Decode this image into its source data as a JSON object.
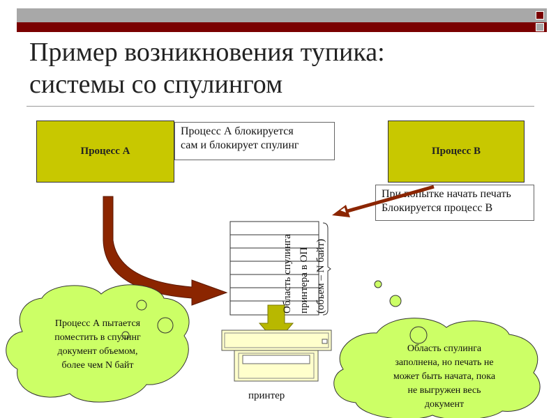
{
  "title": {
    "line1": "Пример возникновения тупика:",
    "line2": "системы со спулингом"
  },
  "process_a": {
    "label": "Процесс А"
  },
  "process_b": {
    "label": "Процесс В"
  },
  "note_a": {
    "line1": "Процесс А блокируется",
    "line2": "сам и блокирует спулинг"
  },
  "note_b": {
    "line1": "При попытке начать печать",
    "line2": "Блокируется процесс В"
  },
  "spool_label": {
    "line1": "Область спулинга",
    "line2": "принтера в ОП",
    "line3": "(объем – N байт)"
  },
  "cloud_left": {
    "line1": "Процесс А пытается",
    "line2": "поместить в спулинг",
    "line3": "документ объемом,",
    "line4": "более чем N байт"
  },
  "cloud_right": {
    "line1": "Область спулинга",
    "line2": "заполнена, но печать не",
    "line3": "может быть начата, пока",
    "line4": "не выгружен весь",
    "line5": "документ"
  },
  "printer_label": "принтер",
  "colors": {
    "process_fill": "#c8c800",
    "cloud_fill": "#ccff66",
    "arrow_brown": "#8b2500",
    "down_arrow": "#b8b800",
    "header_gray": "#a8a8a8",
    "header_red": "#7a0000",
    "printer_fill": "#ffffcc"
  },
  "icons": {
    "printer": "printer-icon",
    "curved_arrow": "curved-arrow-icon",
    "down_arrow": "down-arrow-icon"
  }
}
